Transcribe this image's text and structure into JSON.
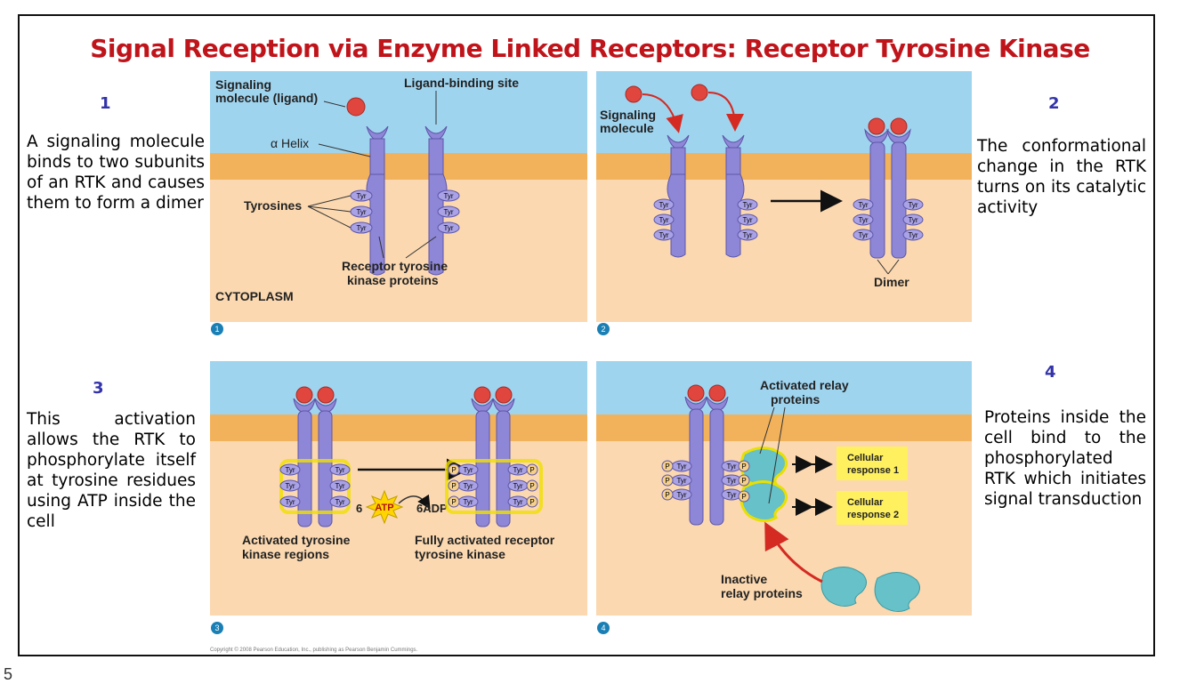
{
  "title": "Signal Reception via Enzyme Linked Receptors: Receptor Tyrosine Kinase",
  "steps": [
    {
      "num": "1",
      "text": "A signaling molecule binds to two subunits of an RTK and causes them to form a dimer"
    },
    {
      "num": "2",
      "text": "The conformational change in the RTK turns on its catalytic activity"
    },
    {
      "num": "3",
      "text": "This activation allows the RTK to phosphorylate itself at tyrosine residues using ATP inside the cell"
    },
    {
      "num": "4",
      "text": "Proteins inside the cell bind to the phosphorylated RTK which initiates signal transduction"
    }
  ],
  "panel1": {
    "ligand_label_1": "Signaling",
    "ligand_label_2": "molecule (ligand)",
    "binding_site": "Ligand-binding site",
    "helix": "α Helix",
    "tyrosines": "Tyrosines",
    "receptor_1": "Receptor tyrosine",
    "receptor_2": "kinase proteins",
    "cytoplasm": "CYTOPLASM",
    "badge": "1"
  },
  "panel2": {
    "signaling_1": "Signaling",
    "signaling_2": "molecule",
    "dimer": "Dimer",
    "badge": "2"
  },
  "panel3": {
    "atp_count": "6",
    "atp": "ATP",
    "adp": "6ADP",
    "activated_1": "Activated tyrosine",
    "activated_2": "kinase regions",
    "fully_1": "Fully activated receptor",
    "fully_2": "tyrosine kinase",
    "badge": "3"
  },
  "panel4": {
    "relay_1": "Activated relay",
    "relay_2": "proteins",
    "response1_1": "Cellular",
    "response1_2": "response 1",
    "response2_1": "Cellular",
    "response2_2": "response 2",
    "inactive_1": "Inactive",
    "inactive_2": "relay proteins",
    "badge": "4"
  },
  "tyr": "Tyr",
  "phos": "P",
  "copyright": "Copyright © 2008 Pearson Education, Inc., publishing as Pearson Benjamin Cummings.",
  "page_number": "5",
  "colors": {
    "title": "#c0141b",
    "step_number": "#3333aa",
    "extracellular": "#9fd4ef",
    "membrane": "#f2b25c",
    "cytoplasm": "#fbd8b0",
    "receptor": "#8e86d6",
    "ligand": "#e0463e",
    "relay": "#66c1c9",
    "response_box": "#fff060"
  }
}
